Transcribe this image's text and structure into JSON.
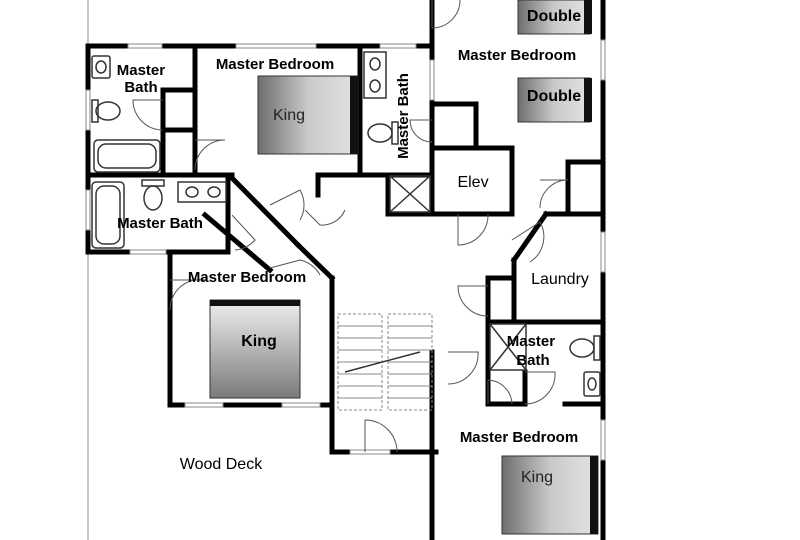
{
  "rooms": {
    "master_bedroom_top_right": "Master Bedroom",
    "master_bedroom_top": "Master Bedroom",
    "master_bath_top_left": "Master\nBath",
    "master_bath_center": "Master Bath",
    "master_bath_left": "Master Bath",
    "master_bedroom_left": "Master Bedroom",
    "elevator": "Elev",
    "laundry": "Laundry",
    "master_bath_right": "Master\nBath",
    "master_bedroom_bottom": "Master Bedroom",
    "deck": "Wood Deck"
  },
  "beds": {
    "double_1": "Double",
    "double_2": "Double",
    "king_top": "King",
    "king_left": "King",
    "king_bottom": "King"
  }
}
